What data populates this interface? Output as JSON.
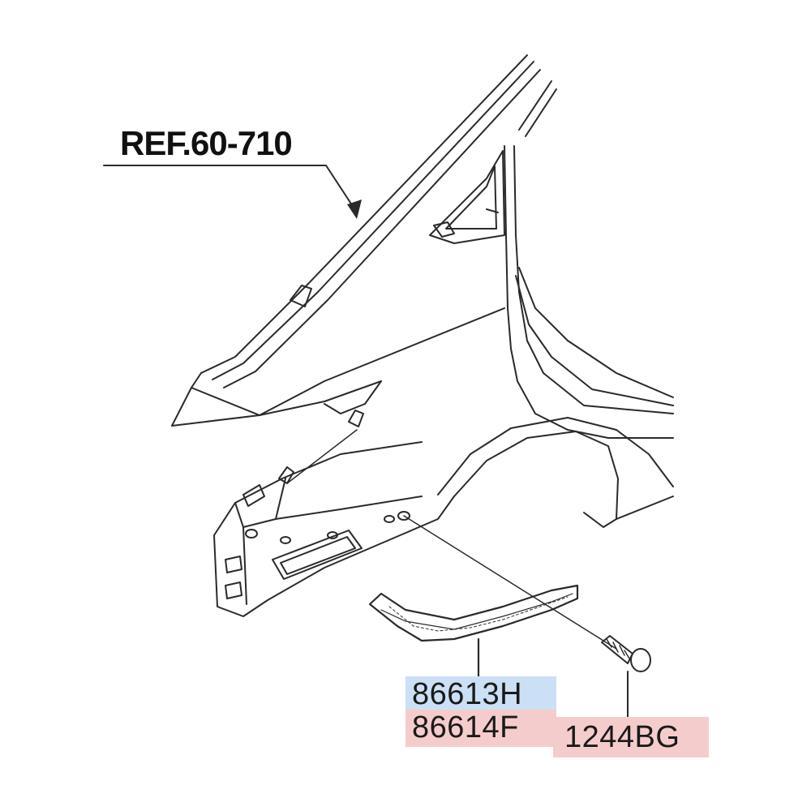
{
  "reference": {
    "text": "REF.60-710"
  },
  "parts": [
    {
      "number": "86613H",
      "highlight": "#cce0f5"
    },
    {
      "number": "86614F",
      "highlight": "#f5cccc"
    },
    {
      "number": "1244BG",
      "highlight": "#f5cccc"
    }
  ],
  "colors": {
    "line": "#2a2a2a",
    "background": "#ffffff"
  }
}
